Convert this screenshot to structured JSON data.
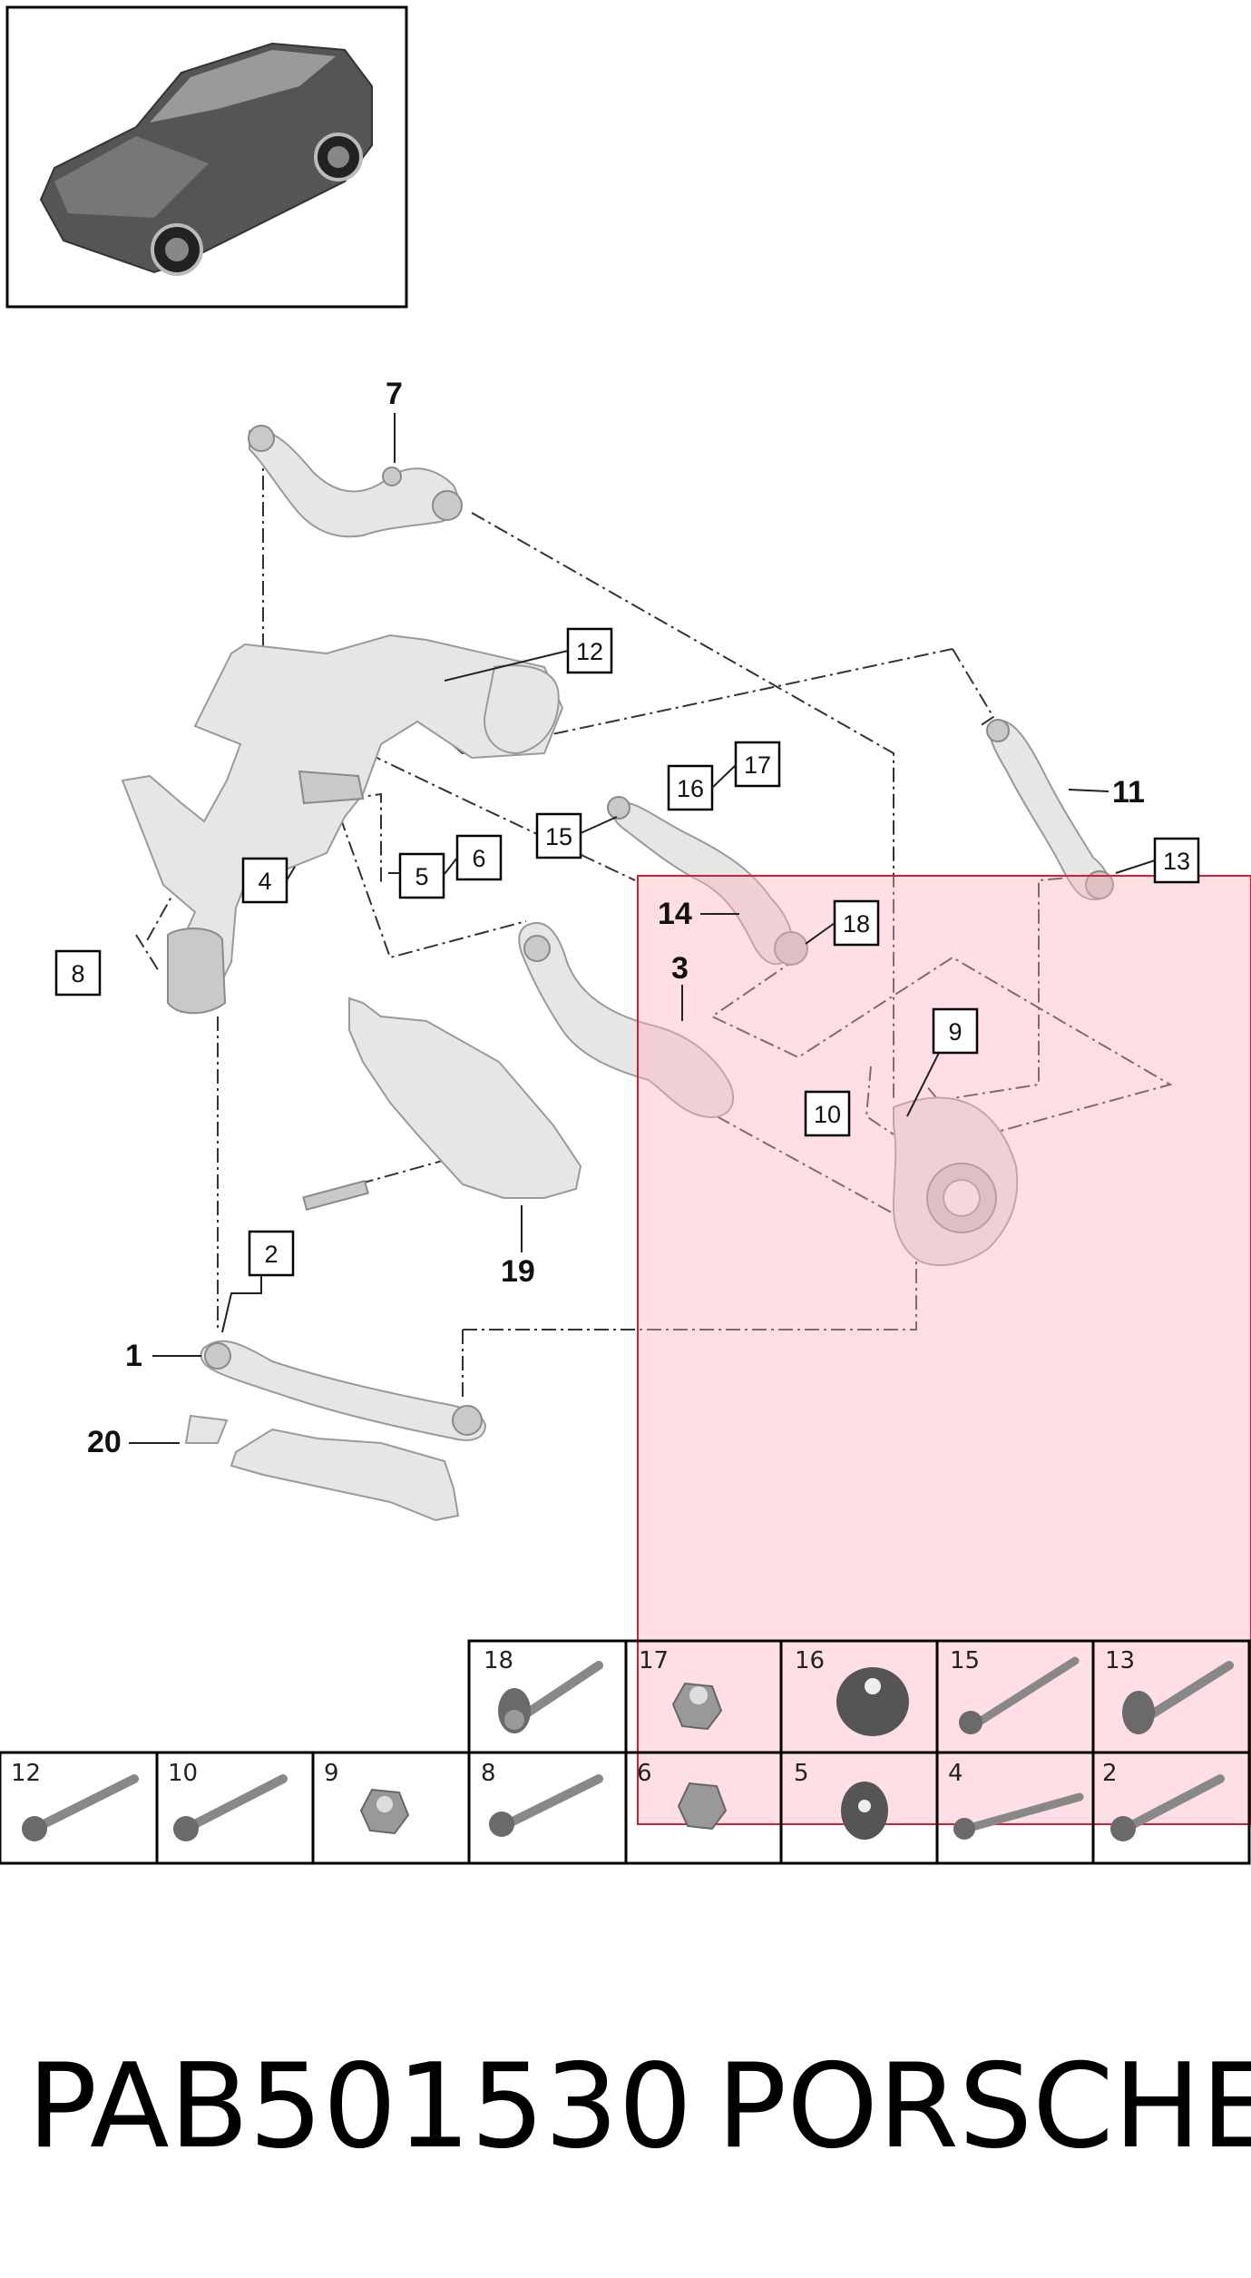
{
  "diagram": {
    "bold_callouts": [
      {
        "id": "c7",
        "label": "7"
      },
      {
        "id": "c11",
        "label": "11"
      },
      {
        "id": "c14",
        "label": "14"
      },
      {
        "id": "c3",
        "label": "3"
      },
      {
        "id": "c19",
        "label": "19"
      },
      {
        "id": "c1",
        "label": "1"
      },
      {
        "id": "c20",
        "label": "20"
      }
    ],
    "boxed_callouts": [
      {
        "id": "b12",
        "label": "12"
      },
      {
        "id": "b16",
        "label": "16"
      },
      {
        "id": "b17",
        "label": "17"
      },
      {
        "id": "b15",
        "label": "15"
      },
      {
        "id": "b13",
        "label": "13"
      },
      {
        "id": "b18",
        "label": "18"
      },
      {
        "id": "b6",
        "label": "6"
      },
      {
        "id": "b5",
        "label": "5"
      },
      {
        "id": "b4",
        "label": "4"
      },
      {
        "id": "b8",
        "label": "8"
      },
      {
        "id": "b9",
        "label": "9"
      },
      {
        "id": "b10",
        "label": "10"
      },
      {
        "id": "b2",
        "label": "2"
      }
    ],
    "highlight_color": "#ffb3c1",
    "highlight_border": "#cc2233"
  },
  "hardware_table": {
    "top_row": [
      "18",
      "17",
      "16",
      "15",
      "13"
    ],
    "bottom_row": [
      "12",
      "10",
      "9",
      "8",
      "6",
      "5",
      "4",
      "2"
    ]
  },
  "footer": {
    "part_number": "PAB501530",
    "brand": "PORSCHE"
  }
}
